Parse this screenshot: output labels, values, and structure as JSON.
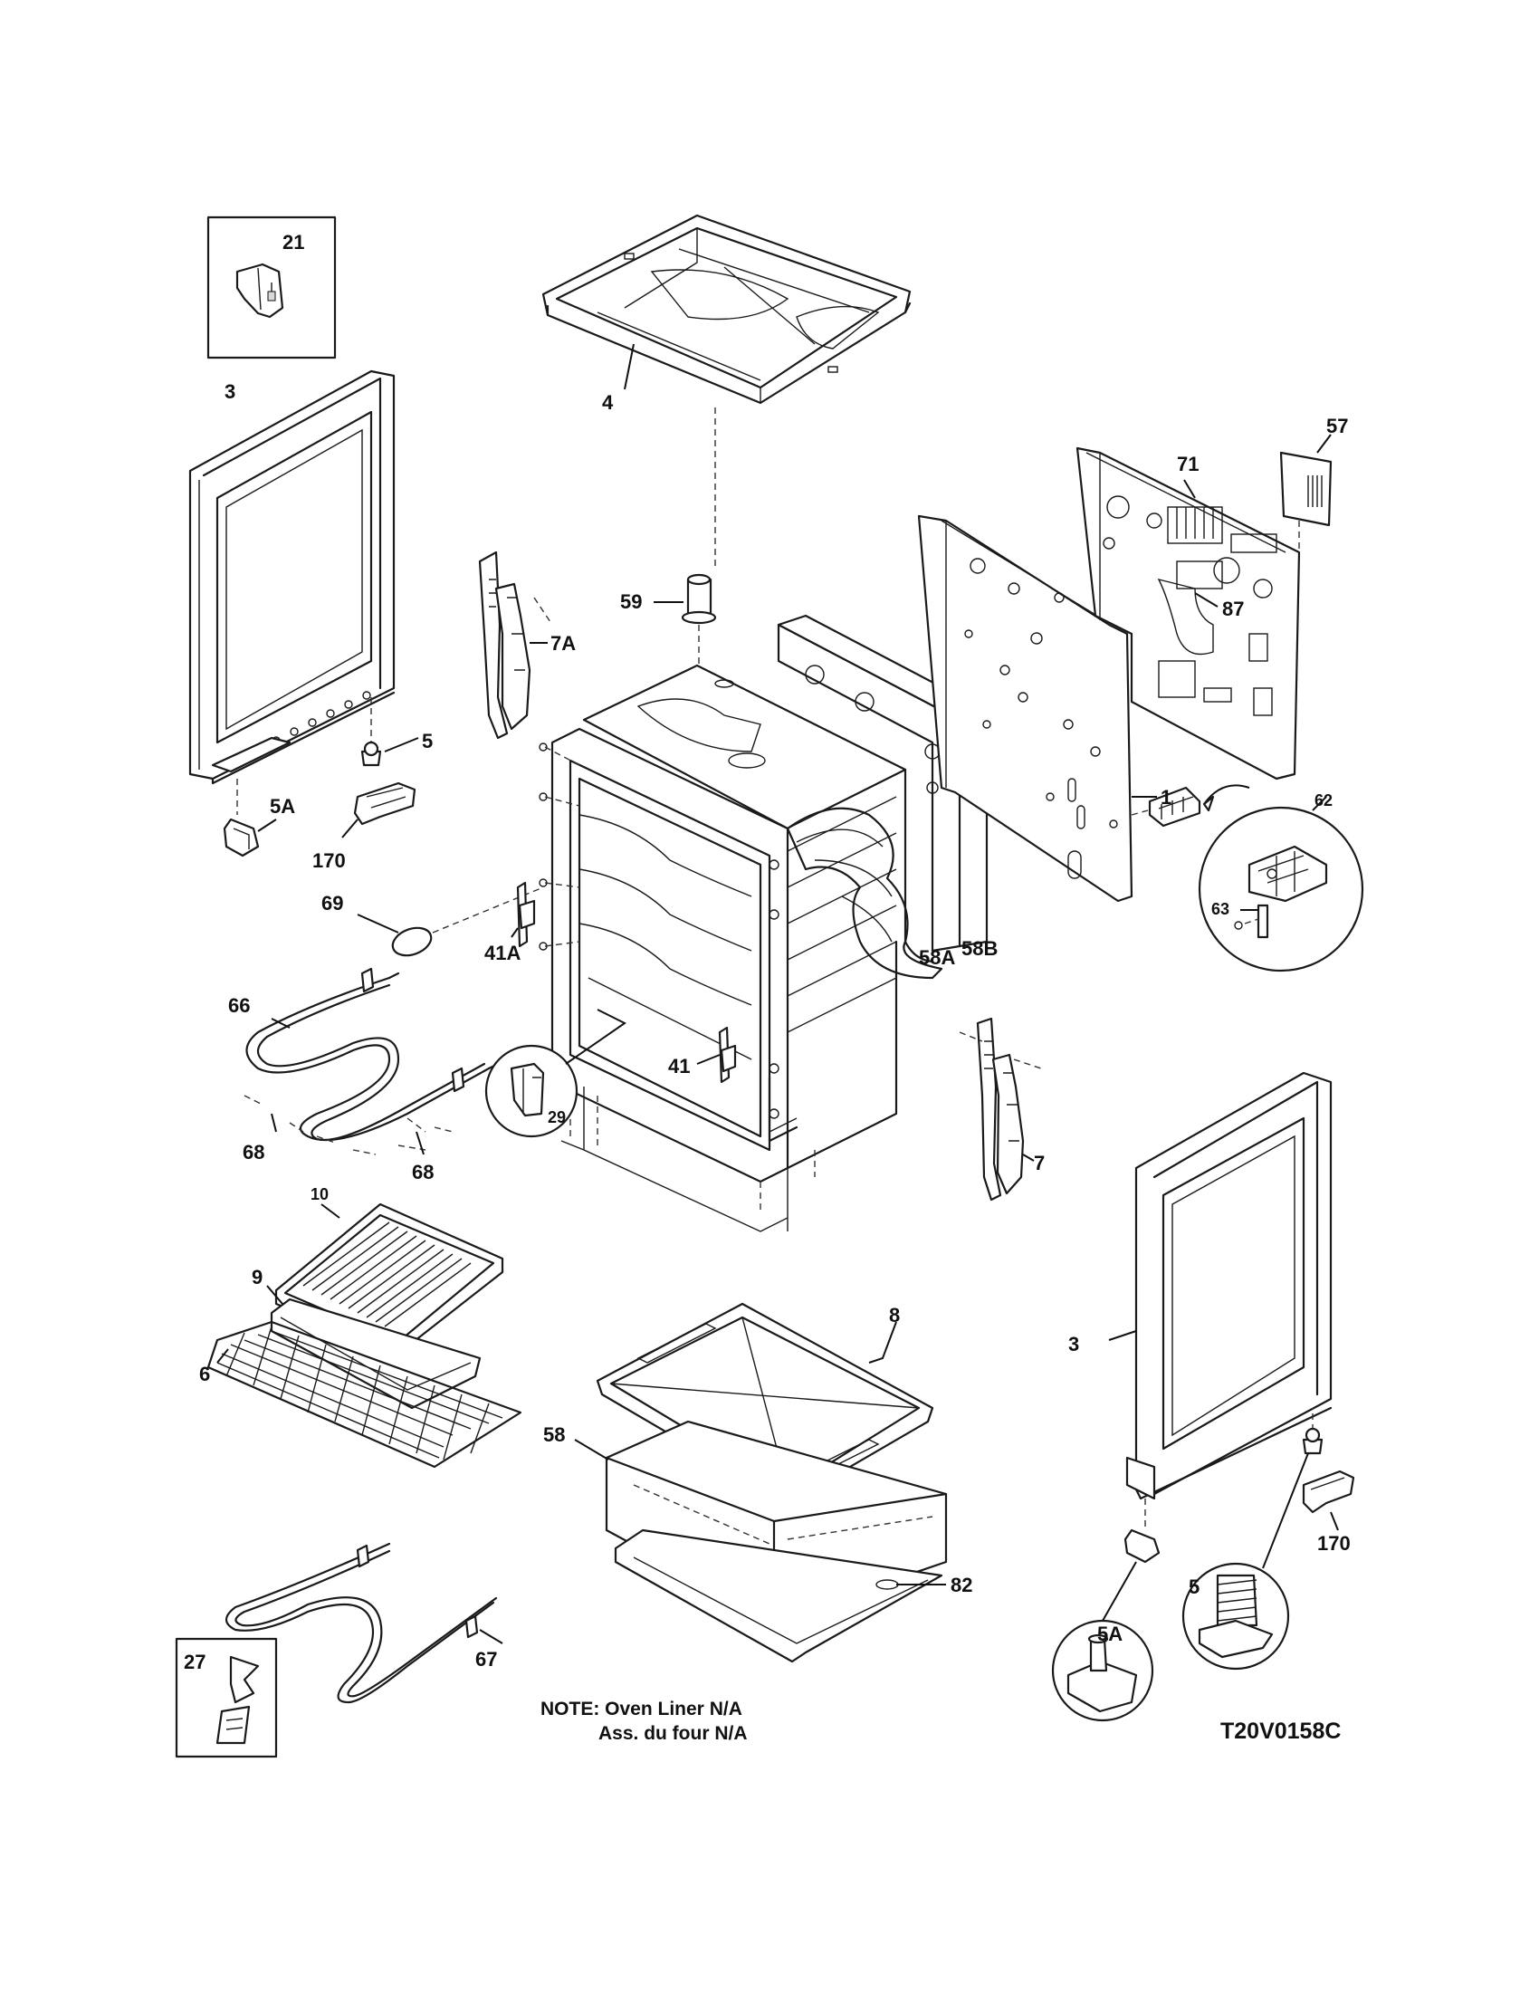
{
  "callouts": {
    "c21": "21",
    "c3a": "3",
    "c4": "4",
    "c57": "57",
    "c71": "71",
    "c87": "87",
    "c59": "59",
    "c7a": "7A",
    "c5a": "5",
    "c5aA": "5A",
    "c170a": "170",
    "c1": "1",
    "c62": "62",
    "c63": "63",
    "c69": "69",
    "c41a": "41A",
    "c58a": "58A",
    "c58b": "58B",
    "c66": "66",
    "c29": "29",
    "c41": "41",
    "c68a": "68",
    "c68b": "68",
    "c7": "7",
    "c10": "10",
    "c9": "9",
    "c6": "6",
    "c8": "8",
    "c3b": "3",
    "c58": "58",
    "c82": "82",
    "c170b": "170",
    "c5b": "5",
    "c5aB": "5A",
    "c67": "67",
    "c27": "27"
  },
  "note": {
    "line1": "NOTE: Oven Liner N/A",
    "line2": "Ass. du four N/A"
  },
  "drawing_code": "T20V0158C"
}
